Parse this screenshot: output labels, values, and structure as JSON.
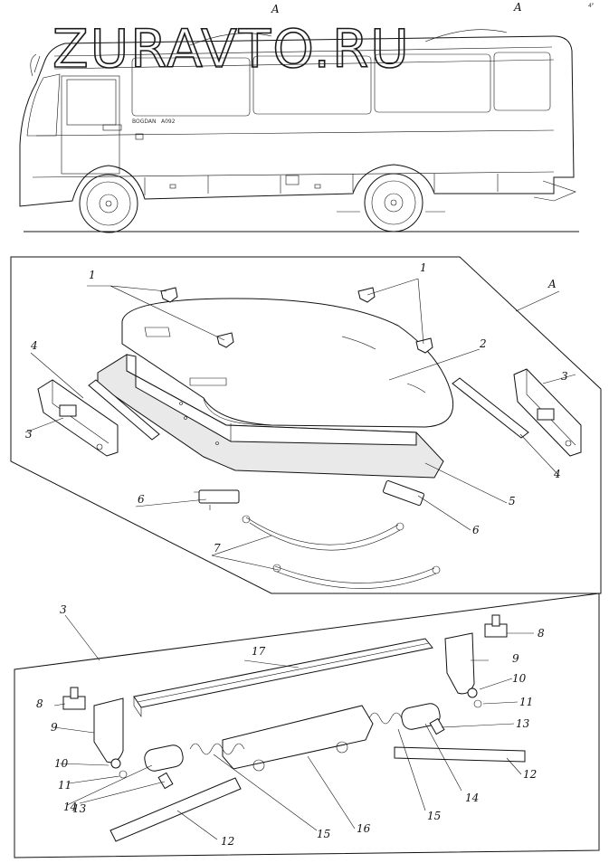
{
  "watermark": "ZURAVTO.RU",
  "corner_mark": "4ᴾ",
  "bus": {
    "view_label": "A",
    "view_label_2": "A",
    "side_badge_1": "BOGDAN",
    "side_badge_2": "A092"
  },
  "panel_a": {
    "view_label": "A",
    "callouts": {
      "c1a": "1",
      "c1b": "1",
      "c2": "2",
      "c3a": "3",
      "c3b": "3",
      "c4a": "4",
      "c4b": "4",
      "c5": "5",
      "c6a": "6",
      "c6b": "6",
      "c7": "7"
    }
  },
  "panel_3": {
    "ref_label": "3",
    "callouts": {
      "c8a": "8",
      "c8b": "8",
      "c9a": "9",
      "c9b": "9",
      "c10a": "10",
      "c10b": "10",
      "c11a": "11",
      "c11b": "11",
      "c12a": "12",
      "c12b": "12",
      "c13a": "13",
      "c13b": "13",
      "c14a": "14",
      "c14b": "14",
      "c15a": "15",
      "c15b": "15",
      "c16": "16",
      "c17": "17"
    }
  }
}
